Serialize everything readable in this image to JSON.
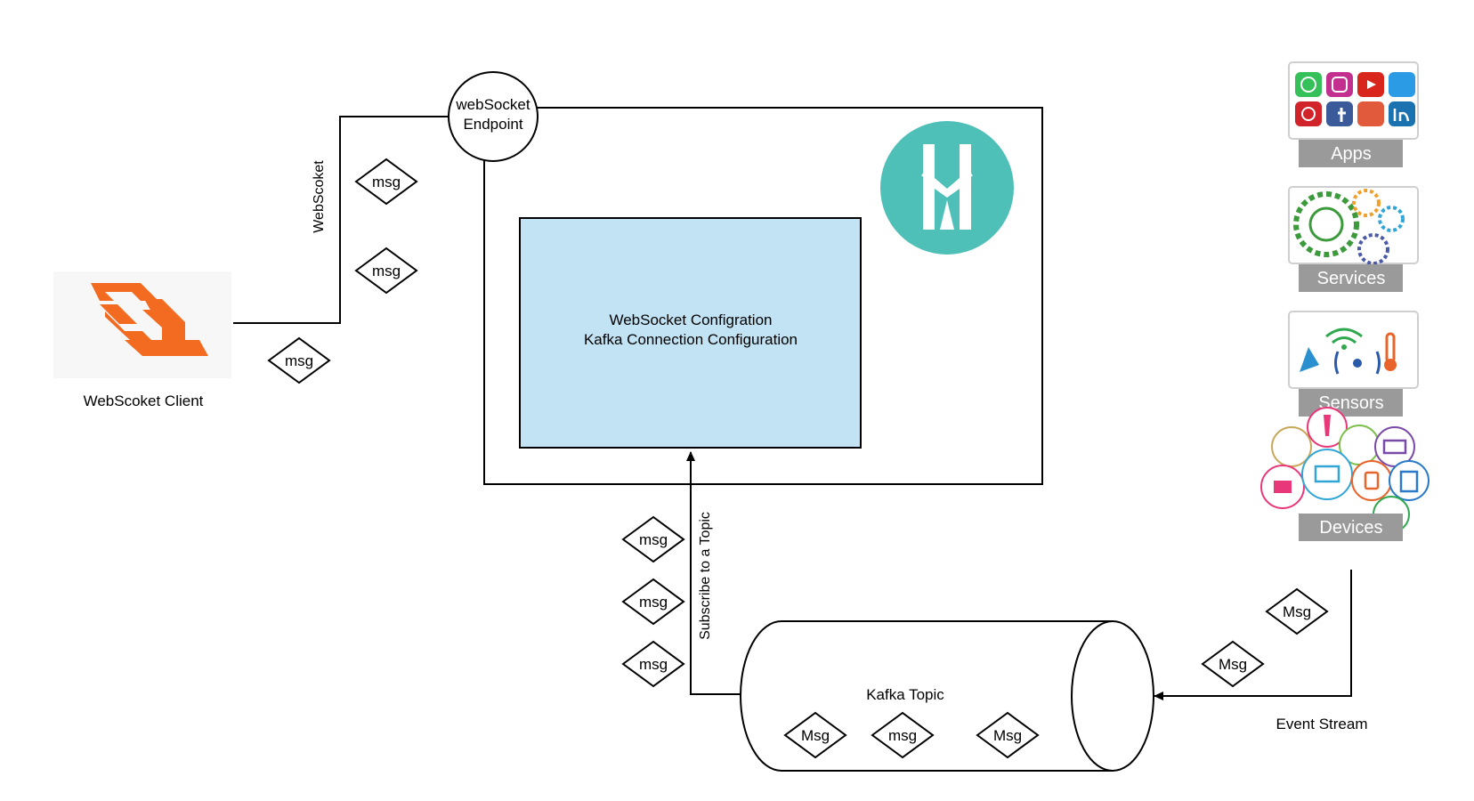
{
  "client": {
    "label": "WebScoket Client",
    "logo": "websocket-logo-icon",
    "logo_color": "#f26b21"
  },
  "edges": {
    "websocket": "WebScoket",
    "subscribe": "Subscribe to a Topic",
    "event_stream": "Event Stream"
  },
  "endpoint": {
    "line1": "webSocket",
    "line2": "Endpoint"
  },
  "config": {
    "line1": "WebSocket Configration",
    "line2": "Kafka Connection Configuration",
    "fill": "#c2e3f4"
  },
  "connector_logo": {
    "icon": "kafka-connector-logo-icon",
    "color": "#4fc0b8"
  },
  "kafka": {
    "label": "Kafka Topic",
    "messages": [
      "Msg",
      "msg",
      "Msg"
    ]
  },
  "ws_messages": [
    "msg",
    "msg",
    "msg"
  ],
  "subscribe_messages": [
    "msg",
    "msg",
    "msg"
  ],
  "stream_messages": [
    "Msg",
    "Msg"
  ],
  "sources": [
    {
      "label": "Apps",
      "icon": "app-icons-grid-icon"
    },
    {
      "label": "Services",
      "icon": "gears-icon"
    },
    {
      "label": "Sensors",
      "icon": "sensors-icon"
    },
    {
      "label": "Devices",
      "icon": "devices-icon"
    }
  ],
  "source_badge_color": "#9a9a9a"
}
